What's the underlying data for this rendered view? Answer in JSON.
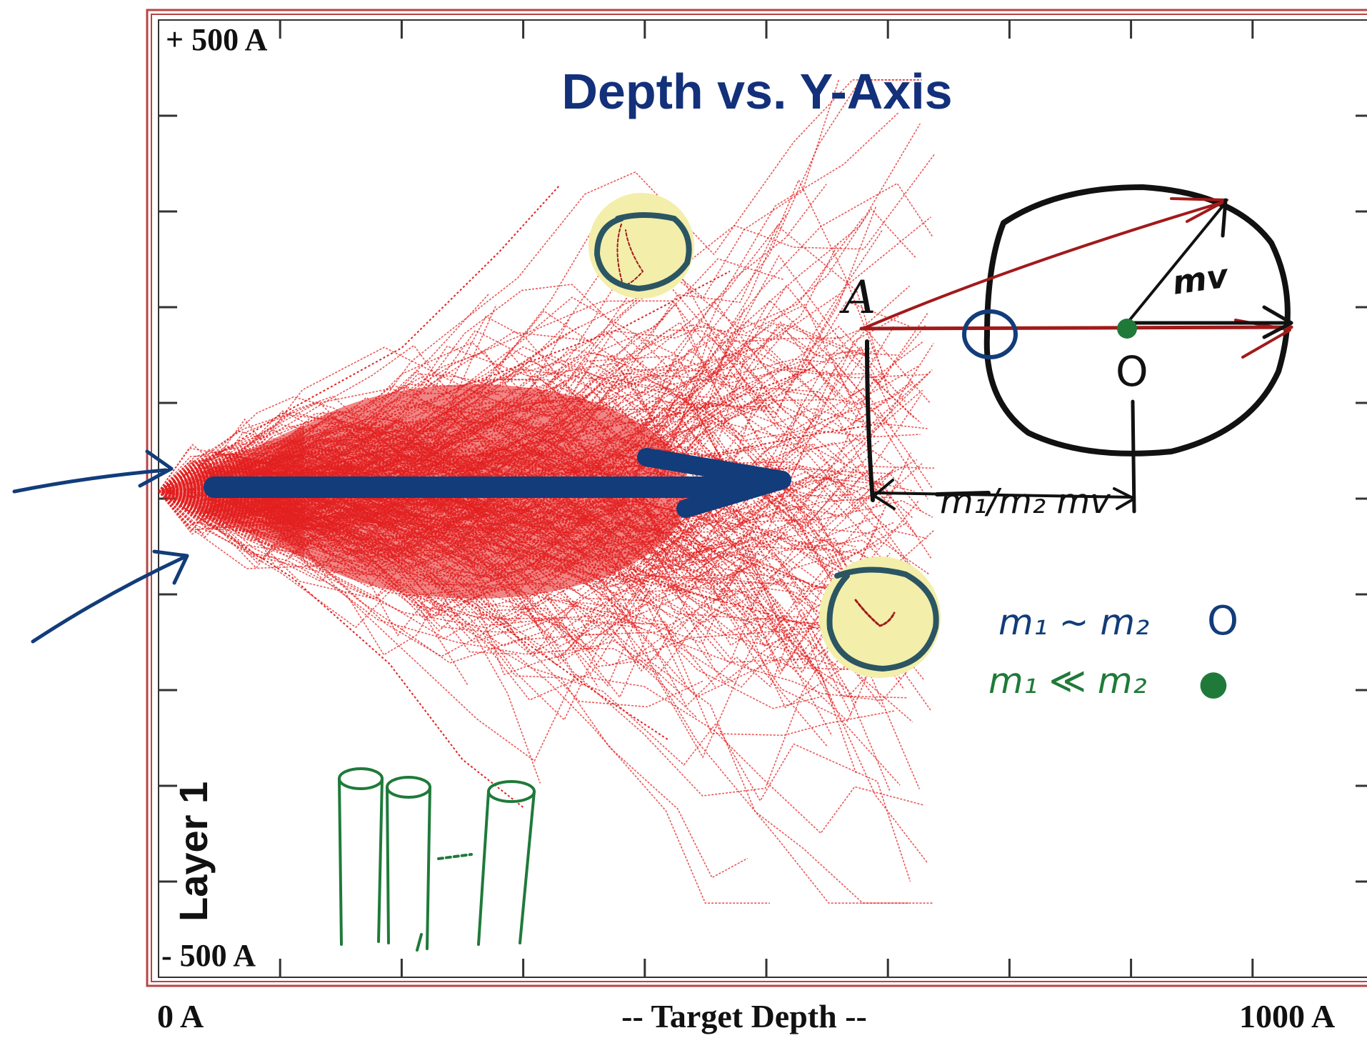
{
  "chart_data": {
    "type": "scatter",
    "title": "Depth vs. Y-Axis",
    "xlabel": "-- Target Depth --",
    "ylabel": "",
    "x_tick_labels": [
      "0 A",
      "1000 A"
    ],
    "y_tick_labels": [
      "+ 500 A",
      "- 500 A"
    ],
    "xlim": [
      0,
      1000
    ],
    "ylim": [
      -500,
      500
    ],
    "x_minor_ticks": 10,
    "y_minor_ticks": 10,
    "grid": false,
    "layer_label": "Layer 1",
    "series": [
      {
        "color": "#e32020",
        "representative_tracks": [
          [
            [
              0,
              0
            ],
            [
              120,
              40
            ],
            [
              250,
              110
            ],
            [
              380,
              170
            ],
            [
              470,
              230
            ]
          ],
          [
            [
              0,
              0
            ],
            [
              140,
              -30
            ],
            [
              260,
              -120
            ],
            [
              360,
              -210
            ],
            [
              420,
              -260
            ]
          ],
          [
            [
              0,
              0
            ],
            [
              200,
              20
            ],
            [
              340,
              60
            ],
            [
              460,
              90
            ],
            [
              540,
              130
            ]
          ],
          [
            [
              0,
              0
            ],
            [
              220,
              -40
            ],
            [
              360,
              -80
            ],
            [
              480,
              -120
            ],
            [
              560,
              -150
            ]
          ],
          [
            [
              0,
              0
            ],
            [
              100,
              80
            ],
            [
              200,
              150
            ],
            [
              280,
              250
            ],
            [
              330,
              320
            ]
          ],
          [
            [
              0,
              0
            ],
            [
              110,
              -90
            ],
            [
              190,
              -180
            ],
            [
              250,
              -280
            ],
            [
              300,
              -330
            ]
          ],
          [
            [
              0,
              0
            ],
            [
              260,
              10
            ],
            [
              420,
              30
            ],
            [
              540,
              60
            ],
            [
              590,
              70
            ]
          ],
          [
            [
              0,
              0
            ],
            [
              250,
              -10
            ],
            [
              410,
              -40
            ],
            [
              520,
              -90
            ],
            [
              570,
              -110
            ]
          ]
        ]
      }
    ]
  },
  "annotations": {
    "mv_label": "mv",
    "center_label": "O",
    "point_label": "A",
    "fraction_label": "m₁/m₂ mv",
    "legend_equal": "m₁ ~ m₂",
    "legend_equal_symbol": "O",
    "legend_less": "m₁ ≪ m₂",
    "legend_less_symbol": "●"
  },
  "colors": {
    "title": "#13307a",
    "frame_red": "#b84444",
    "ink_blue": "#123c7a",
    "ink_green": "#1f7a3a",
    "ink_red": "#a11a1a",
    "highlight": "#f3eeaa"
  }
}
